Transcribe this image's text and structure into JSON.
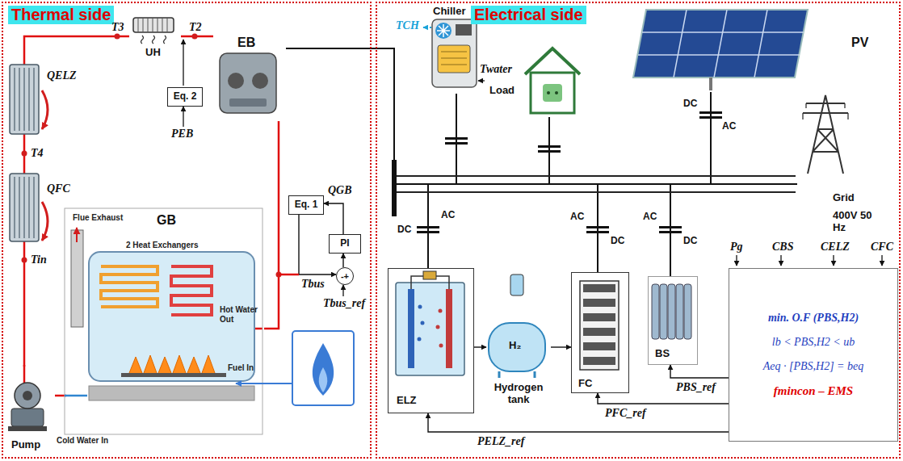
{
  "diagram": {
    "nodes": [
      {
        "text": [
          "Thermal side"
        ]
      },
      {
        "text": [
          "UH"
        ],
        "in": 0
      },
      {
        "text": [
          "EB"
        ],
        "in": 0
      },
      {
        "text": [
          "Eq. 2"
        ],
        "in": 0
      },
      {
        "text": [
          "GB",
          "Flue Exhaust",
          "2 Heat Exchangers",
          "Hot Water Out",
          "Fuel In"
        ],
        "in": 0
      },
      {
        "text": [
          "Eq. 1"
        ],
        "in": 0
      },
      {
        "text": [
          "PI"
        ],
        "in": 0
      },
      {
        "text": [
          "-",
          "+"
        ],
        "in": 0
      },
      {
        "text": [
          "Pump"
        ],
        "in": 0
      },
      {
        "text": [
          "Electrical side"
        ]
      },
      {
        "text": [
          "Chiller"
        ],
        "in": 9
      },
      {
        "text": [
          "Load"
        ],
        "in": 9
      },
      {
        "text": [
          "PV"
        ],
        "in": 9
      },
      {
        "text": [
          "Grid",
          "400V 50 Hz"
        ],
        "in": 9
      },
      {
        "text": [
          "ELZ"
        ],
        "in": 9
      },
      {
        "text": [
          "H₂",
          "Hydrogen tank"
        ],
        "in": 9
      },
      {
        "text": [
          "FC"
        ],
        "in": 9
      },
      {
        "text": [
          "BS"
        ],
        "in": 9
      },
      {
        "text": [
          "min. O.F (PBS,H2)",
          "lb < PBS,H2 < ub",
          "Aeq · [PBS,H2] = beq",
          "fmincon – EMS"
        ],
        "in": 9
      }
    ],
    "edges": [
      {
        "from": 4,
        "to": 2,
        "arrow": "none"
      },
      {
        "from": 2,
        "to": 1,
        "arrow": "none"
      },
      {
        "from": 1,
        "to": 8,
        "arrow": "none"
      },
      {
        "from": 8,
        "to": 4,
        "arrow": "none"
      },
      {
        "from": 7,
        "to": 6,
        "arrow": "to"
      },
      {
        "from": 6,
        "to": 5,
        "label": "QGB",
        "arrow": "to"
      },
      {
        "from": 5,
        "to": 7,
        "label": "Tbus",
        "arrow": "to"
      },
      {
        "from": 2,
        "to": 13,
        "arrow": "none"
      },
      {
        "from": 10,
        "to": 13,
        "arrow": "none"
      },
      {
        "from": 11,
        "to": 13,
        "arrow": "none"
      },
      {
        "from": 12,
        "to": 13,
        "arrow": "none"
      },
      {
        "from": 14,
        "to": 13,
        "arrow": "none"
      },
      {
        "from": 16,
        "to": 13,
        "arrow": "none"
      },
      {
        "from": 17,
        "to": 13,
        "arrow": "none"
      },
      {
        "from": 14,
        "to": 15,
        "arrow": "to"
      },
      {
        "from": 15,
        "to": 16,
        "arrow": "to"
      },
      {
        "from": 18,
        "to": 17,
        "label": "PBS_ref",
        "arrow": "to"
      },
      {
        "from": 18,
        "to": 16,
        "label": "PFC_ref",
        "arrow": "to"
      },
      {
        "from": 18,
        "to": 14,
        "label": "PELZ_ref",
        "arrow": "to"
      }
    ],
    "labels": [
      "T3",
      "T2",
      "QELZ",
      "T4",
      "QFC",
      "Tin",
      "PEB",
      "Tbus_ref",
      "Cold Water In",
      "TCH",
      "Twater",
      "DC",
      "AC",
      "DC",
      "AC",
      "AC",
      "DC",
      "AC",
      "DC",
      "Pg",
      "CBS",
      "CELZ",
      "CFC"
    ]
  }
}
